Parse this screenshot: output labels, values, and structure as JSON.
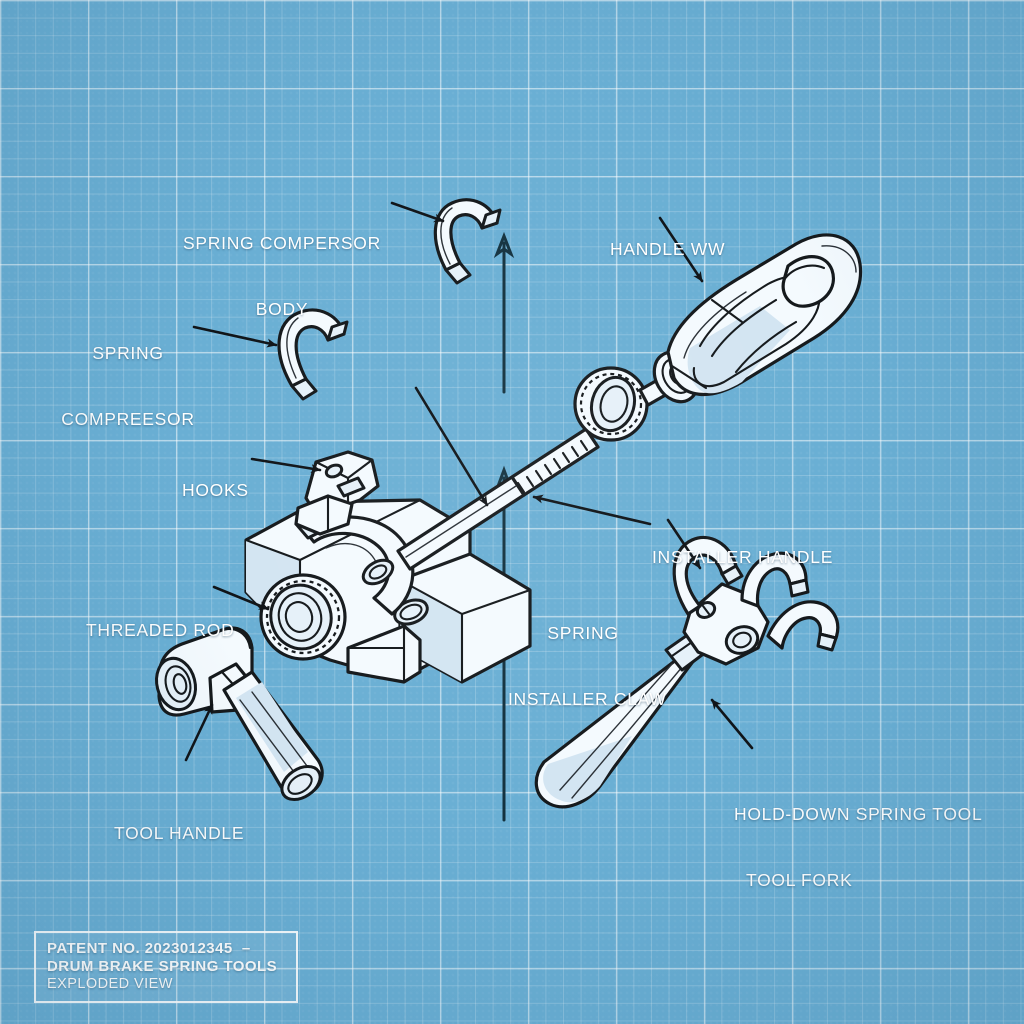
{
  "drawing": {
    "background_color": "#6aafd4",
    "grid_line_color": "#a9d0e6",
    "ink_color": "#15191c",
    "part_fill_color": "#f4fafe",
    "label_color": "#ffffff"
  },
  "title_block": {
    "line1": "PATENT NO. 2023012345  –",
    "line2": "DRUM BRAKE SPRING TOOLS",
    "line3": "EXPLODED VIEW"
  },
  "labels": [
    {
      "id": "spring-compressor-body",
      "line1": "SPRING COMPERSOR",
      "line2": "BODY"
    },
    {
      "id": "handle-ww",
      "line1": "HANDLE WW",
      "line2": ""
    },
    {
      "id": "spring-compressor",
      "line1": "SPRING",
      "line2": "COMPREESOR"
    },
    {
      "id": "hooks",
      "line1": "HOOKS",
      "line2": ""
    },
    {
      "id": "installer-handle",
      "line1": "INSTALLER HANDLE",
      "line2": ""
    },
    {
      "id": "threaded-rod",
      "line1": "THREADED ROD",
      "line2": ""
    },
    {
      "id": "spring-installer-claw",
      "line1": "SPRING",
      "line2": "INSTALLER CLAW"
    },
    {
      "id": "tool-handle",
      "line1": "TOOL HANDLE",
      "line2": ""
    },
    {
      "id": "hold-down-spring-tool",
      "line1": "HOLD-DOWN SPRING TOOL",
      "line2": "TOOL FORK"
    }
  ],
  "parts": [
    {
      "id": "hook-upper",
      "name": "spring compressor hook (upper)"
    },
    {
      "id": "hook-lower",
      "name": "spring compressor hook (lower)"
    },
    {
      "id": "compressor-body",
      "name": "spring compressor body block"
    },
    {
      "id": "knurled-adjuster",
      "name": "knurled adjustment wheel"
    },
    {
      "id": "threaded-rod",
      "name": "threaded rod"
    },
    {
      "id": "knurled-nut",
      "name": "knurled nut on rod"
    },
    {
      "id": "installer-handle",
      "name": "installer handle grip"
    },
    {
      "id": "tool-handle-mallet",
      "name": "t-handle tool"
    },
    {
      "id": "fork-tool",
      "name": "hold-down spring tool fork"
    }
  ]
}
